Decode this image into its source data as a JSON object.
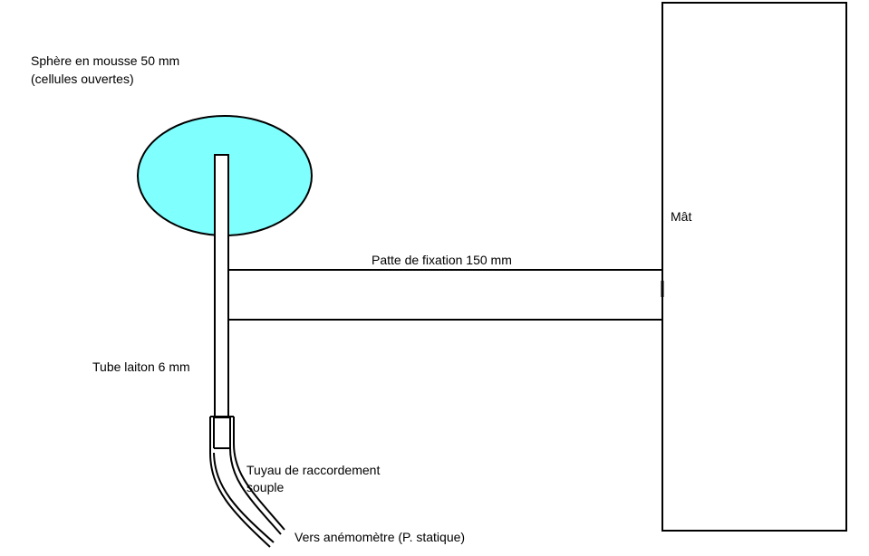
{
  "labels": {
    "sphere_line1": "Sphère en mousse 50 mm",
    "sphere_line2": "(cellules ouvertes)",
    "mast": "Mât",
    "bracket": "Patte de fixation 150 mm",
    "brass_tube": "Tube laiton 6 mm",
    "hose_line1": "Tuyau de raccordement",
    "hose_line2": "souple",
    "to_anemometer": "Vers anémomètre (P. statique)"
  },
  "colors": {
    "sphere_fill": "#80ffff",
    "stroke": "#000000",
    "background": "#ffffff"
  }
}
